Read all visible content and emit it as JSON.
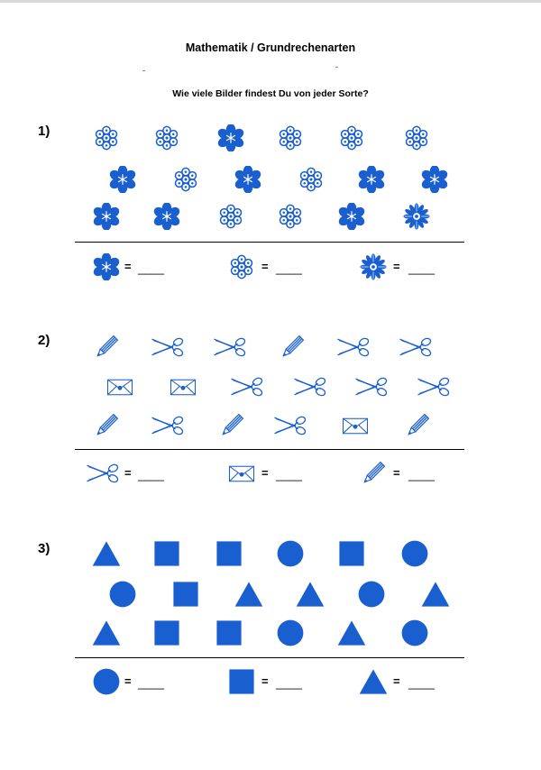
{
  "header": {
    "title": "Mathematik / Grundrechenarten",
    "instruction": "Wie viele Bilder findest Du von jeder Sorte?"
  },
  "colors": {
    "accent": "#1a5fd0",
    "text": "#000000",
    "rule": "#000000"
  },
  "exercises": [
    {
      "number": "1)",
      "icons": [
        "snowflake-outline-icon",
        "snowflake-filled-icon",
        "flower-outline-icon"
      ],
      "rows": [
        [
          "flower-outline-icon",
          "flower-outline-icon",
          "snowflake-filled-icon",
          "flower-outline-icon",
          "flower-outline-icon",
          "flower-outline-icon"
        ],
        [
          "snowflake-filled-icon",
          "flower-outline-icon",
          "snowflake-filled-icon",
          "flower-outline-icon",
          "snowflake-filled-icon",
          "snowflake-filled-icon"
        ],
        [
          "snowflake-filled-icon",
          "snowflake-filled-icon",
          "flower-outline-icon",
          "flower-outline-icon",
          "snowflake-filled-icon",
          "daisy-icon"
        ]
      ],
      "answers": [
        {
          "icon": "snowflake-filled-icon",
          "equals": "=",
          "blank": "____"
        },
        {
          "icon": "flower-outline-icon",
          "equals": "=",
          "blank": "____"
        },
        {
          "icon": "daisy-icon",
          "equals": "=",
          "blank": "____"
        }
      ]
    },
    {
      "number": "2)",
      "rows": [
        [
          "pencil-icon",
          "scissors-icon",
          "scissors-icon",
          "pencil-icon",
          "scissors-icon",
          "scissors-icon"
        ],
        [
          "envelope-icon",
          "envelope-icon",
          "scissors-icon",
          "scissors-icon",
          "scissors-icon",
          "scissors-icon"
        ],
        [
          "pencil-icon",
          "scissors-icon",
          "pencil-icon",
          "scissors-icon",
          "envelope-icon",
          "pencil-icon"
        ]
      ],
      "answers": [
        {
          "icon": "scissors-icon",
          "equals": "=",
          "blank": "____"
        },
        {
          "icon": "envelope-icon",
          "equals": "=",
          "blank": "____"
        },
        {
          "icon": "pencil-icon",
          "equals": "=",
          "blank": "____"
        }
      ]
    },
    {
      "number": "3)",
      "rows": [
        [
          "triangle-icon",
          "square-icon",
          "square-icon",
          "circle-icon",
          "square-icon",
          "circle-icon"
        ],
        [
          "circle-icon",
          "square-icon",
          "triangle-icon",
          "triangle-icon",
          "circle-icon",
          "triangle-icon"
        ],
        [
          "triangle-icon",
          "square-icon",
          "square-icon",
          "circle-icon",
          "triangle-icon",
          "circle-icon"
        ]
      ],
      "answers": [
        {
          "icon": "circle-icon",
          "equals": "=",
          "blank": "____"
        },
        {
          "icon": "square-icon",
          "equals": "=",
          "blank": "____"
        },
        {
          "icon": "triangle-icon",
          "equals": "=",
          "blank": "____"
        }
      ]
    }
  ]
}
